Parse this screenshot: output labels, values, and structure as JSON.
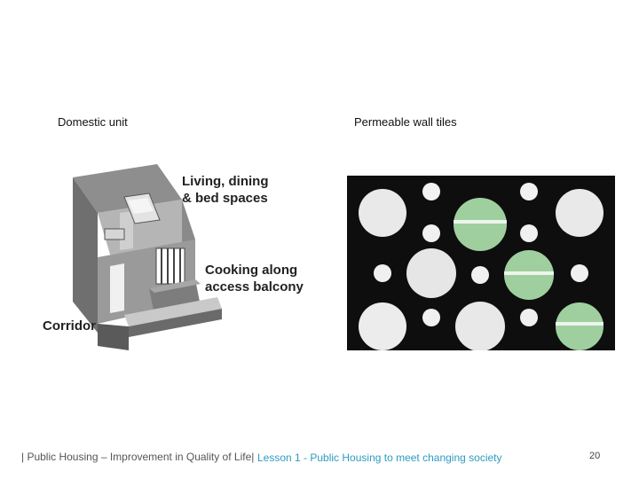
{
  "captions": {
    "left": "Domestic unit",
    "right": "Permeable wall tiles"
  },
  "unit_labels": {
    "living": "Living, dining\n& bed spaces",
    "cooking": "Cooking along\naccess balcony",
    "corridor": "Corridor"
  },
  "footer": {
    "course": "| Public Housing – Improvement in Quality of Life|",
    "lesson": "Lesson 1 - Public Housing to meet changing society",
    "page": "20"
  },
  "colors": {
    "footer_lesson": "#2e9cc2",
    "tile_pattern": "#0e0e0e",
    "building_glass": "#9fcf9f"
  }
}
